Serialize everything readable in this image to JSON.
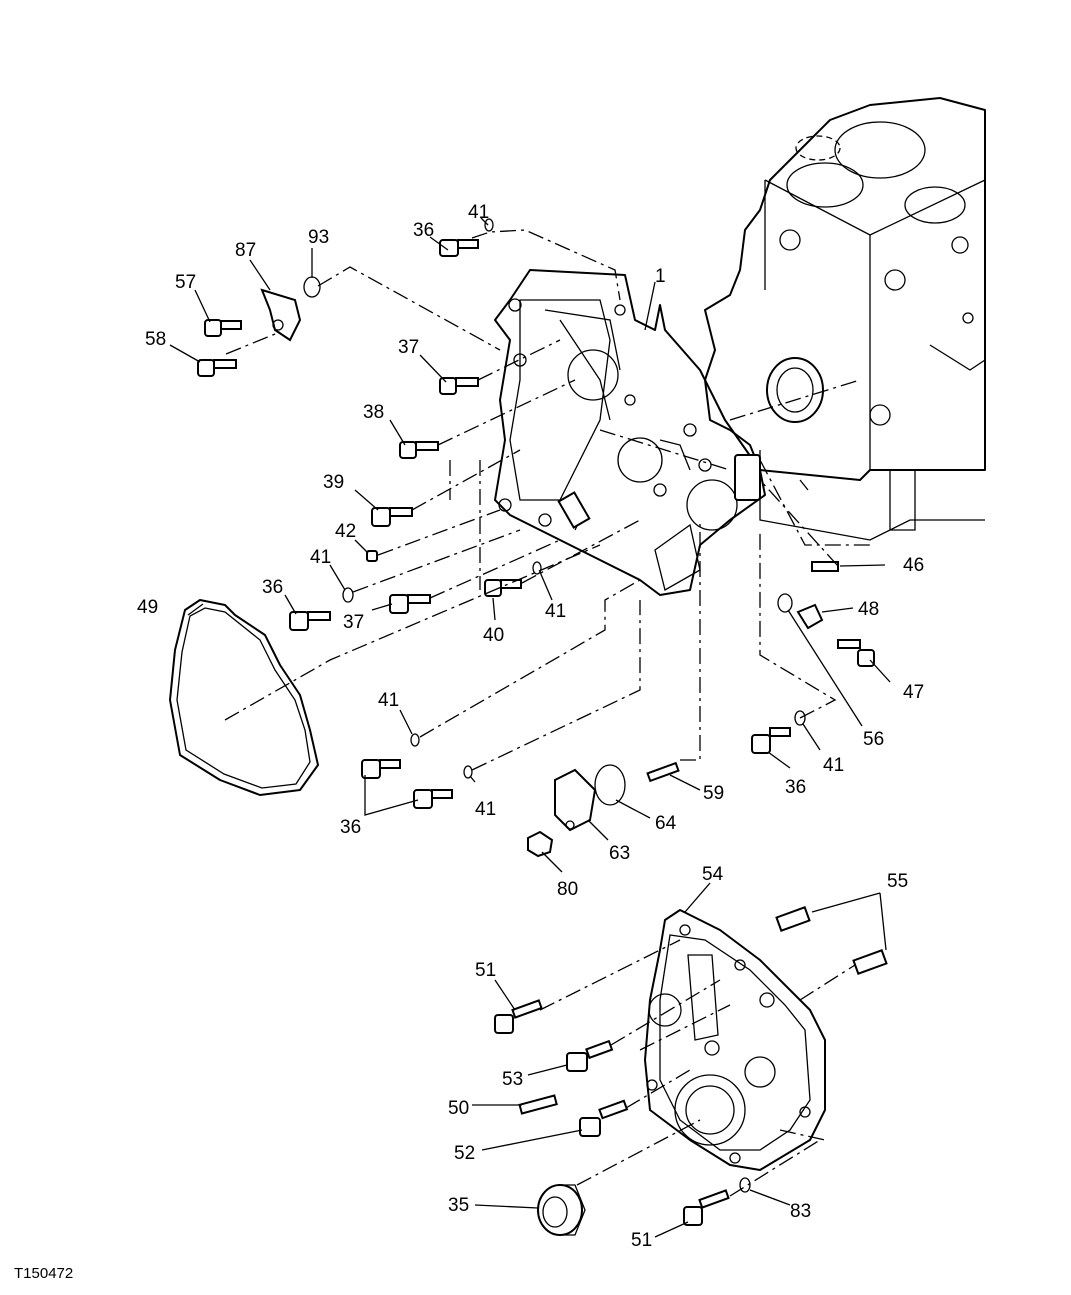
{
  "figure_id": "T150472",
  "callouts": {
    "c1": "1",
    "c35": "35",
    "c36a": "36",
    "c36b": "36",
    "c36c": "36",
    "c36d": "36",
    "c37a": "37",
    "c37b": "37",
    "c38": "38",
    "c39": "39",
    "c40": "40",
    "c41a": "41",
    "c41b": "41",
    "c41c": "41",
    "c41d": "41",
    "c41e": "41",
    "c41f": "41",
    "c42": "42",
    "c46": "46",
    "c47": "47",
    "c48": "48",
    "c49": "49",
    "c50": "50",
    "c51a": "51",
    "c51b": "51",
    "c52": "52",
    "c53": "53",
    "c54": "54",
    "c55": "55",
    "c56": "56",
    "c57": "57",
    "c58": "58",
    "c59": "59",
    "c63": "63",
    "c64": "64",
    "c80": "80",
    "c83": "83",
    "c87": "87",
    "c93": "93"
  }
}
